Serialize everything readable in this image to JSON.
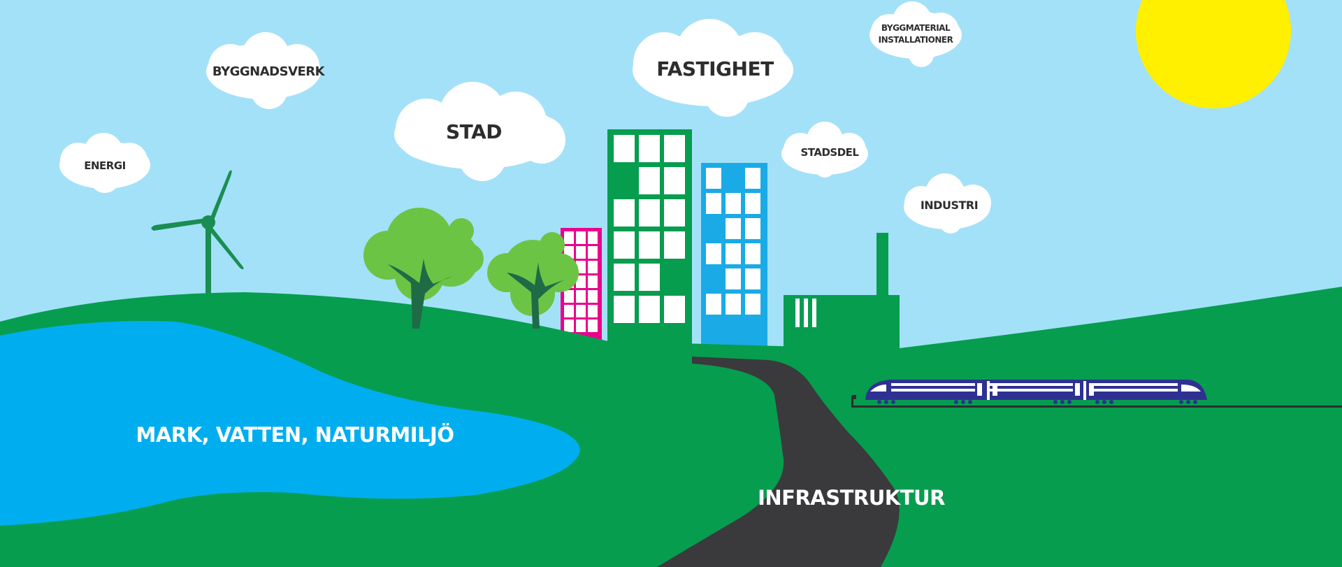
{
  "labels": {
    "energi": "ENERGI",
    "byggnadsverk": "BYGGNADSVERK",
    "stad": "STAD",
    "fastighet": "FASTIGHET",
    "byggmaterial_line1": "BYGGMATERIAL",
    "byggmaterial_line2": "INSTALLATIONER",
    "stadsdel": "STADSDEL",
    "industri": "INDUSTRI",
    "mark": "MARK, VATTEN, NATURMILJÖ",
    "infrastruktur": "INFRASTRUKTUR"
  },
  "colors": {
    "sky": "#a3e1f8",
    "sun": "#fff000",
    "grass": "#069d4f",
    "water": "#00aeef",
    "road": "#3a3a3c",
    "tree_foliage": "#6cc445",
    "tree_trunk": "#1e6b46",
    "pink_building": "#ec008c",
    "blue_building": "#1aaae6",
    "train": "#2e3192",
    "cloud": "#ffffff"
  },
  "icons": [
    "wind-turbine-icon",
    "tree-icon",
    "factory-icon",
    "train-icon",
    "sun-icon",
    "cloud-icon"
  ]
}
